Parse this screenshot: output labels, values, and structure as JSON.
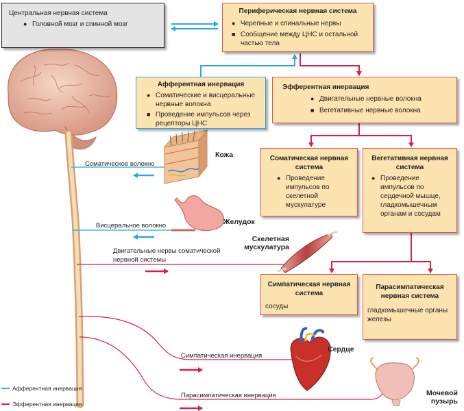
{
  "cns": {
    "title": "Центральная нервная система",
    "item": "Головной мозг и спинной мозг"
  },
  "pns": {
    "title": "Периферическая нервная система",
    "items": [
      "Черепные и спинальные нервы",
      "Сообщение между ЦНС и остальной частью тела"
    ]
  },
  "afferent": {
    "title": "Афферентная инервация",
    "items": [
      "Соматические и висцеральные нервные волокна",
      "Проведение импульсов через рецепторы ЦНС"
    ]
  },
  "efferent": {
    "title": "Эфферентная инервация",
    "items": [
      "Двигательные нервные волокна",
      "Вегетативные нервные волокна"
    ]
  },
  "somatic": {
    "title": "Соматическая нервная система",
    "item": "Проведение импульсов по скелетной мускулатуре"
  },
  "vegetative": {
    "title": "Вегетативная нервная система",
    "item": "Проведение импульсов по сердечной мышце, гладкомышечным органам и сосудам"
  },
  "sympathetic": {
    "title": "Симпатическая нервная система",
    "text": "сосуды"
  },
  "parasympathetic": {
    "title": "Парасимпатическая нервная система",
    "text": "гладкомышечные органы железы"
  },
  "organs": {
    "skin": "Кожа",
    "stomach": "Желудок",
    "skeletal_muscle": "Скелетная мускулатура",
    "heart": "Сердце",
    "bladder": "Мочевой пузырь"
  },
  "fibers": {
    "somatic_fiber": "Соматическое волокно",
    "visceral_fiber": "Висцеральное волокно",
    "motor_nerves": "Двигательные нервы соматической нервной системы",
    "sympathetic_innervation": "Симпатическая инервация",
    "parasympathetic_innervation": "Парасимпатическая инервация"
  },
  "legend": {
    "afferent": "Афферентная инервация",
    "efferent": "Эфферентная инервация"
  },
  "colors": {
    "afferent": "#2aa8e0",
    "efferent": "#d6204a",
    "box_fill": "#fde3b0",
    "box_border": "#d9534f",
    "cns_fill": "#e4e4e4"
  }
}
